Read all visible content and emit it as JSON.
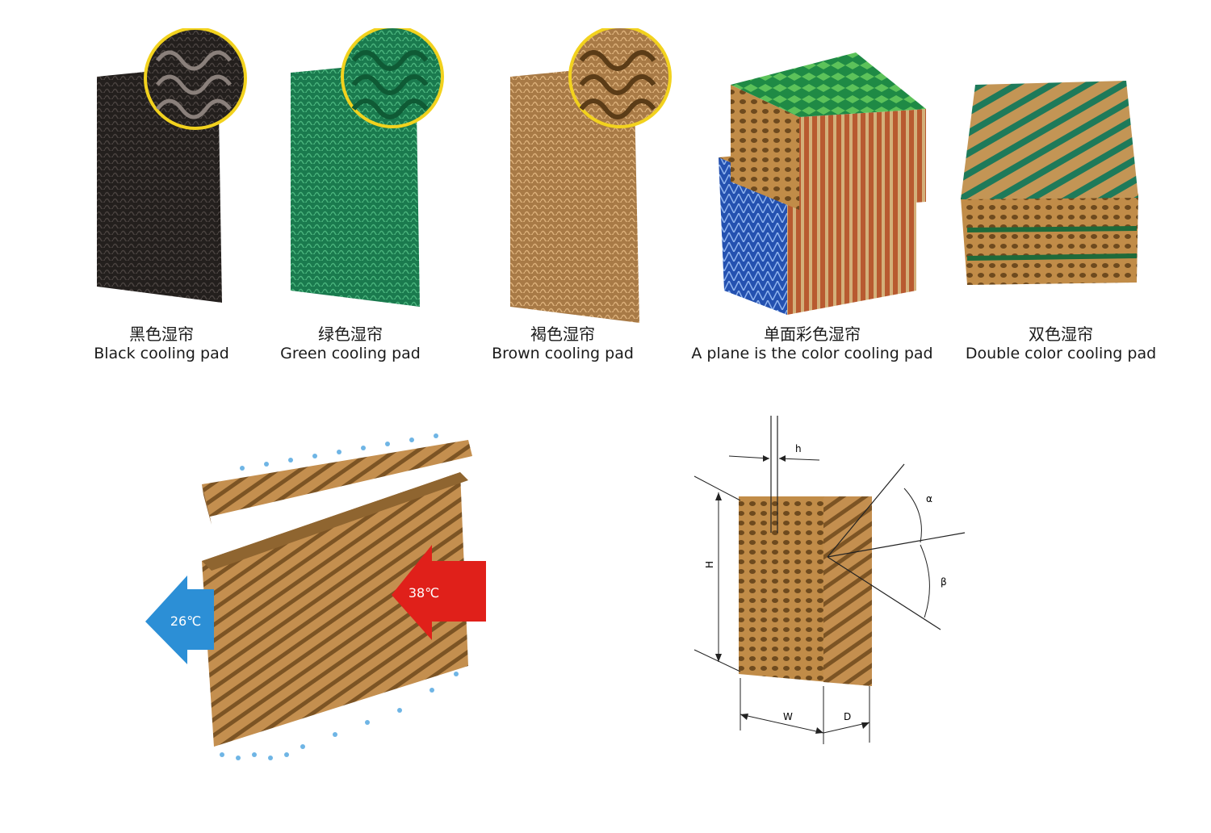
{
  "products": [
    {
      "name_zh": "黑色湿帘",
      "name_en": "Black cooling pad",
      "color": "#2a2522"
    },
    {
      "name_zh": "绿色湿帘",
      "name_en": "Green cooling pad",
      "color": "#1f8a5a"
    },
    {
      "name_zh": "褐色湿帘",
      "name_en": "Brown cooling pad",
      "color": "#b98a52"
    },
    {
      "name_zh": "单面彩色湿帘",
      "name_en": "A plane is the color cooling pad",
      "color": "#2e8a45"
    },
    {
      "name_zh": "双色湿帘",
      "name_en": "Double color cooling pad",
      "color": "#1e7a5a"
    }
  ],
  "airflow": {
    "hot_label": "38℃",
    "hot_color": "#e0201a",
    "cool_label": "26℃",
    "cool_color": "#2c8fd6"
  },
  "dimensions": {
    "h": "h",
    "H": "H",
    "W": "W",
    "D": "D",
    "alpha": "α",
    "beta": "β"
  }
}
